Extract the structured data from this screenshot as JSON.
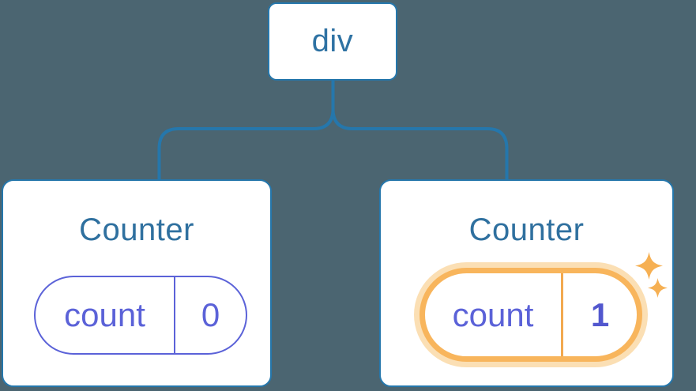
{
  "diagram": {
    "root": {
      "label": "div"
    },
    "children": [
      {
        "title": "Counter",
        "state": {
          "key": "count",
          "value": "0"
        },
        "highlighted": false
      },
      {
        "title": "Counter",
        "state": {
          "key": "count",
          "value": "1"
        },
        "highlighted": true
      }
    ]
  },
  "icons": [
    {
      "name": "sparkle-icon",
      "meaning": "state-just-updated"
    }
  ],
  "colors": {
    "background": "#4B6571",
    "tree_stroke": "#2577AC",
    "node_text": "#2E72A3",
    "card_title_text": "#2F709F",
    "card_background": "#FFFFFF",
    "state_text": "#5B62D8",
    "state_value_bold": "#5257CE",
    "highlight_ring": "#F8B55C",
    "highlight_halo": "#FBDFB4",
    "highlight_divider": "#F2A94F",
    "sparkle": "#F6B053"
  }
}
